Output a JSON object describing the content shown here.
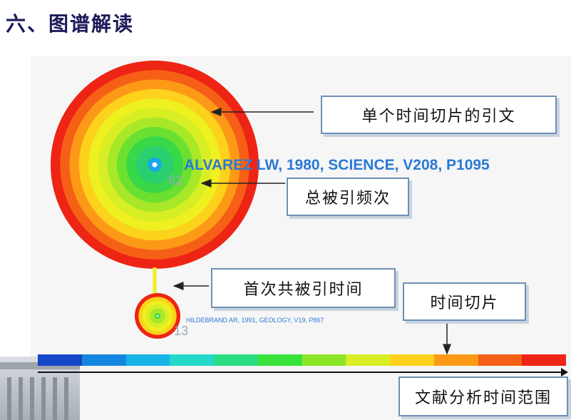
{
  "page": {
    "title": "六、图谱解读"
  },
  "diagram": {
    "main_node": {
      "reference": "ALVAREZ LW, 1980, SCIENCE, V208, P1095",
      "citation_count": "62"
    },
    "small_node": {
      "reference": "HILDEBRAND AR, 1991, GEOLOGY, V19, P867",
      "citation_count": "13"
    },
    "callouts": {
      "slice_citation": "单个时间切片的引文",
      "total_citations": "总被引频次",
      "first_cocitation": "首次共被引时间",
      "time_slice": "时间切片",
      "analysis_range": "文献分析时间范围"
    },
    "time_slice_colors": [
      "#1446c8",
      "#1486e0",
      "#18b4e6",
      "#22d8c8",
      "#2adc82",
      "#38e23a",
      "#8ce628",
      "#d8ee24",
      "#fcd21c",
      "#fc9a18",
      "#f66016",
      "#ee2414"
    ],
    "ring_colors": [
      "#ee2414",
      "#f66016",
      "#fc9a18",
      "#fcd21c",
      "#eef020",
      "#d8ee24",
      "#a8e828",
      "#6ce030",
      "#38d848",
      "#2ad070"
    ],
    "core_color": "#18a8e8"
  }
}
